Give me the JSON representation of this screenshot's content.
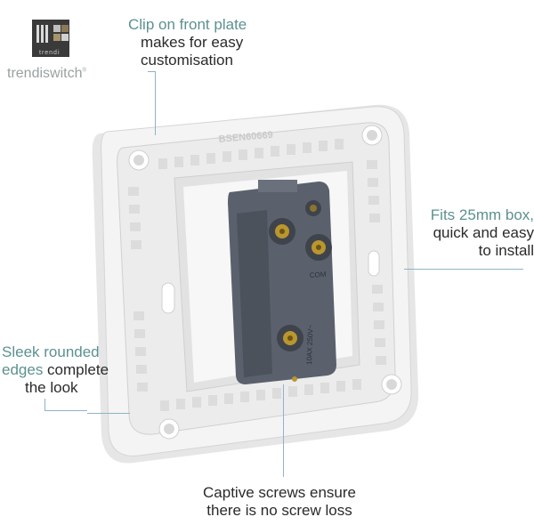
{
  "logo": {
    "brand": "trendi",
    "wordmark": "trendiswitch",
    "mark": "®"
  },
  "product": {
    "plate_marking": "BSEN60669",
    "terminal_label": "COM",
    "rating": "10AX 250V~"
  },
  "callouts": {
    "clip": {
      "accent": "Clip on front plate",
      "line2": "makes for easy",
      "line3": "customisation"
    },
    "box": {
      "accent": "Fits 25mm box,",
      "line2": "quick and easy",
      "line3": "to install"
    },
    "edges": {
      "accent1": "Sleek rounded",
      "accent2": "edges",
      "rest2": " complete",
      "line3": "the look"
    },
    "screws": {
      "line1": "Captive screws ensure",
      "line2": "there is no screw loss"
    }
  },
  "colors": {
    "accent_text": "#5c9190",
    "leader_line": "#8fb3c8",
    "plate": "#f2f2f2",
    "module": "#565d68"
  },
  "icons": [
    "trendi-logo-icon"
  ]
}
